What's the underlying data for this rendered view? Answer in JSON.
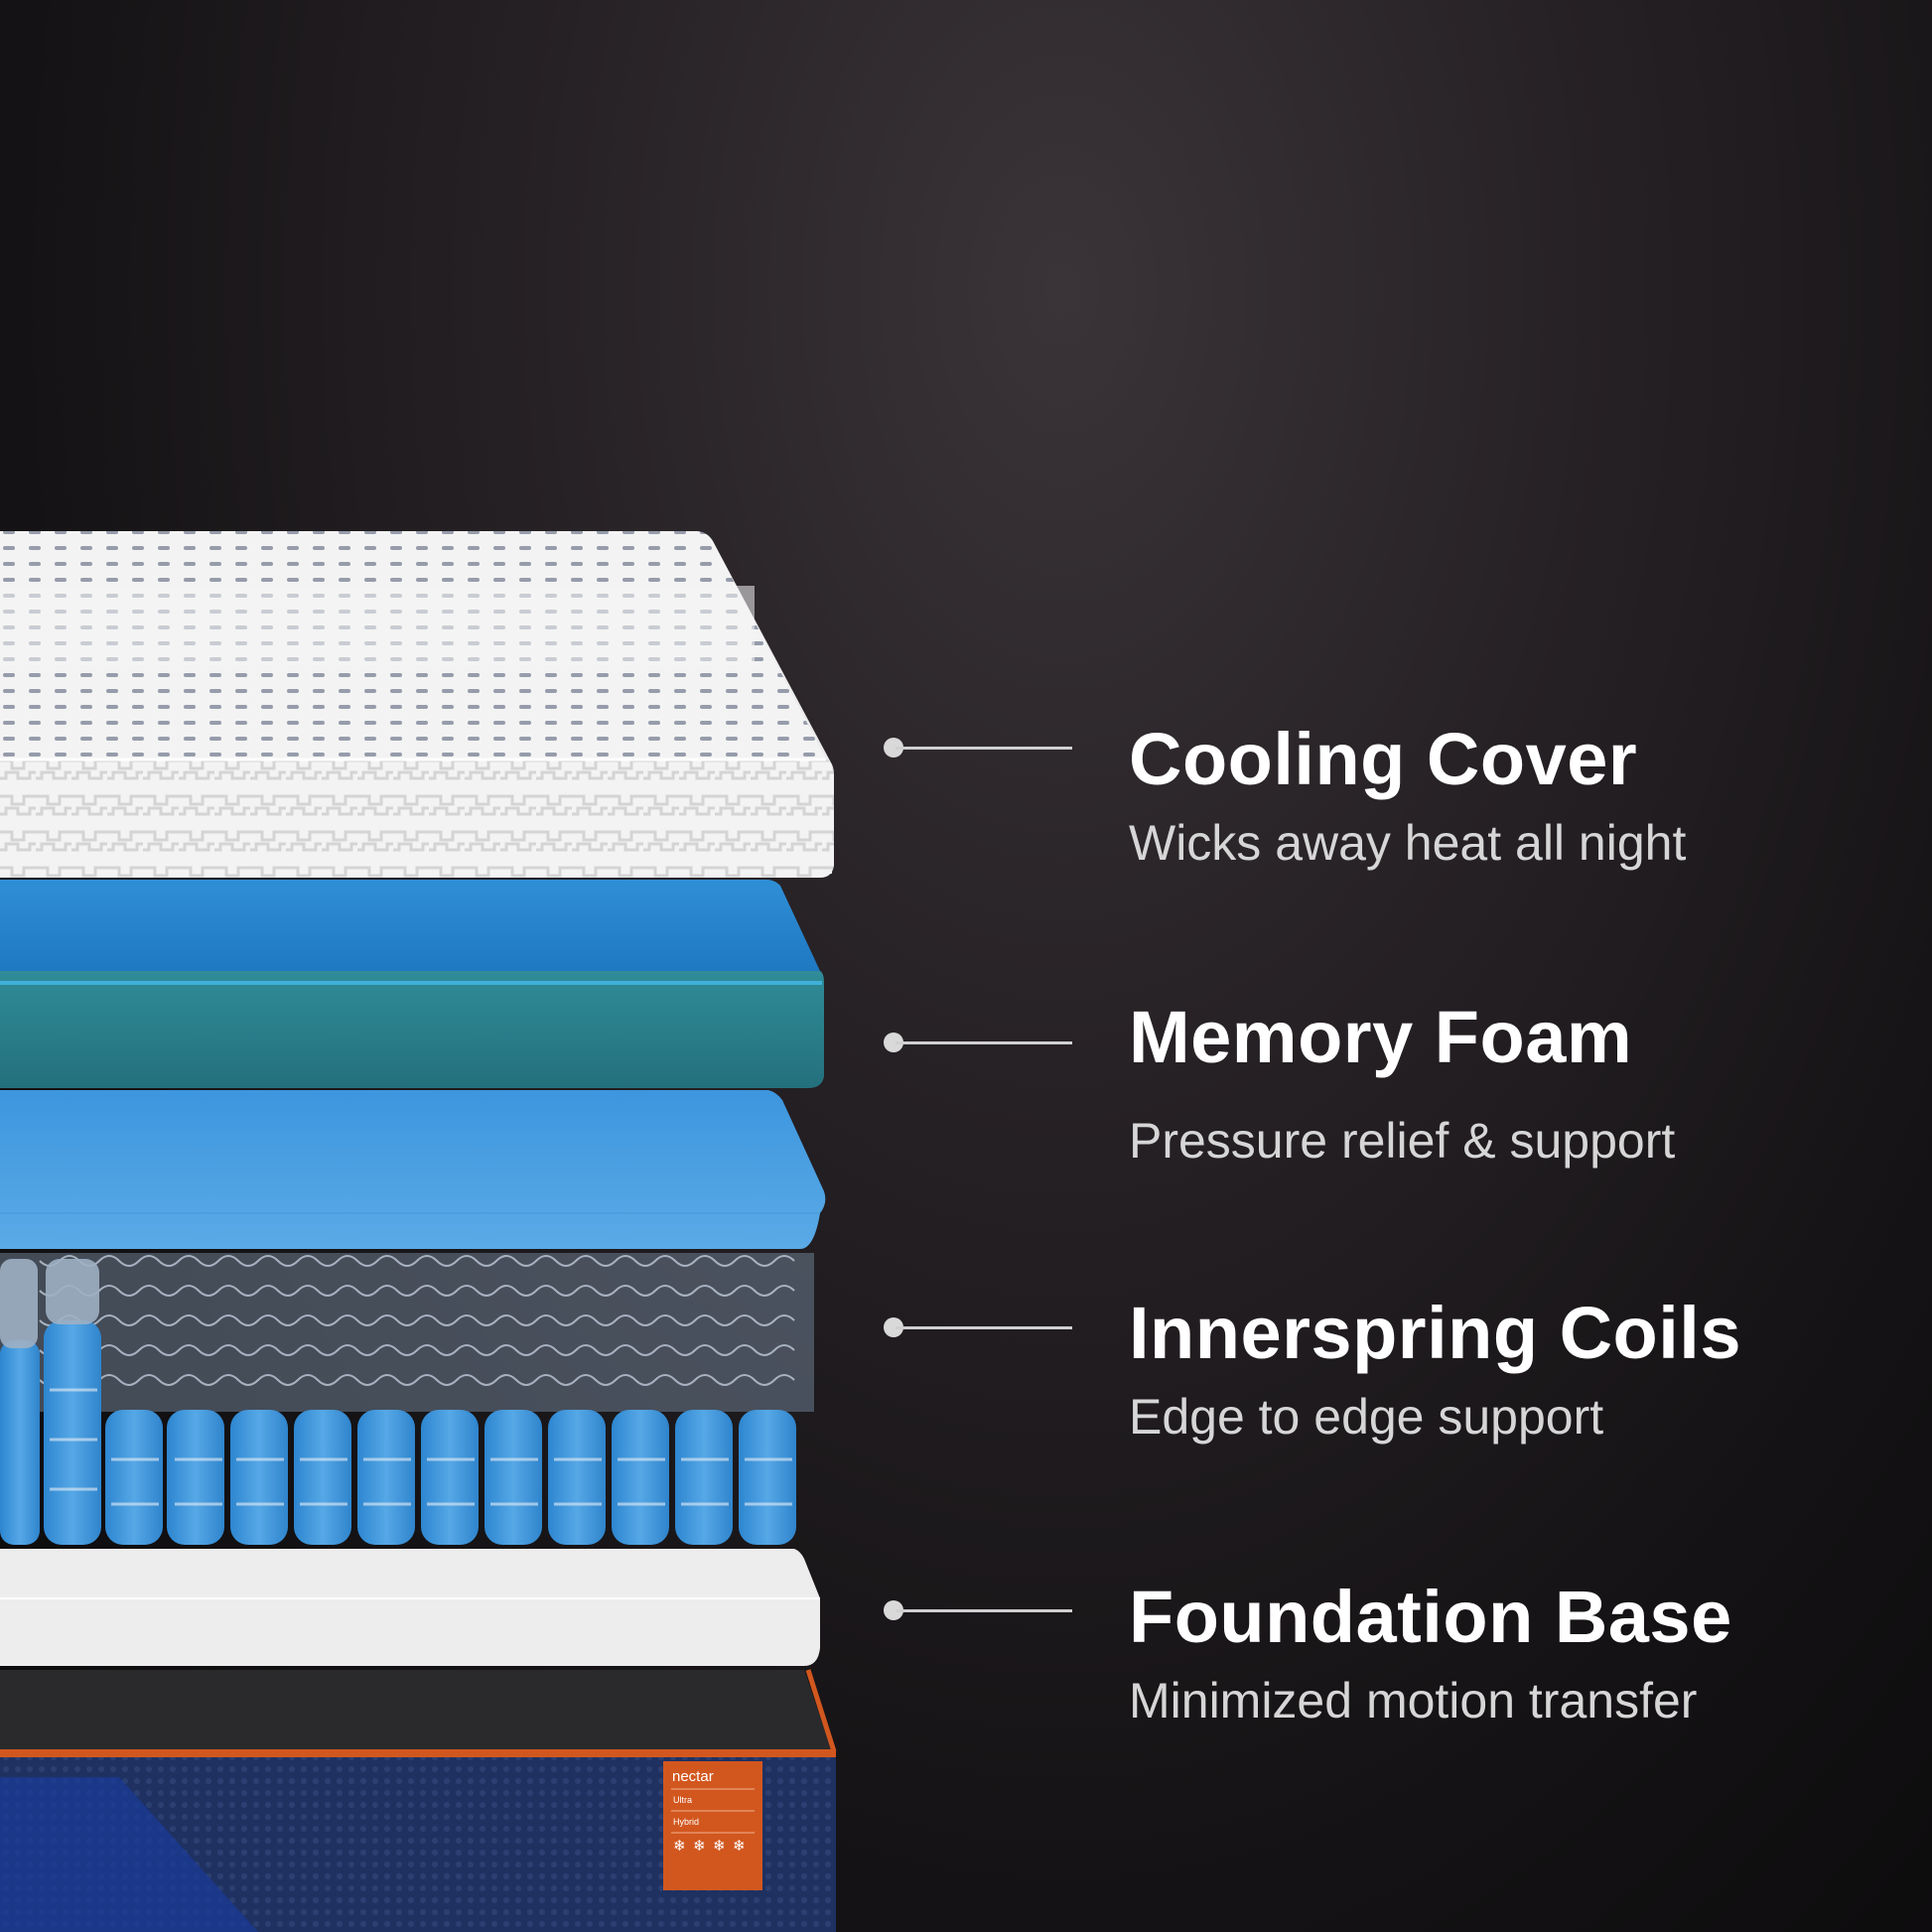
{
  "brand": {
    "name": "nectar",
    "line1": "Ultra",
    "line2": "Hybrid"
  },
  "features": [
    {
      "title": "Cooling Cover",
      "description": "Wicks away heat all night"
    },
    {
      "title": "Memory Foam",
      "description": "Pressure relief & support"
    },
    {
      "title": "Innerspring Coils",
      "description": "Edge to edge support"
    },
    {
      "title": "Foundation Base",
      "description": "Minimized motion transfer"
    }
  ],
  "colors": {
    "background": "#141214",
    "cover": "#f2f2f2",
    "memory_foam": "#2a8fd4",
    "memory_foam_side": "#2d7f8a",
    "support_foam": "#3a93db",
    "coil": "#3e98df",
    "base_foam": "#ededed",
    "brand_orange": "#d2571f",
    "base_fabric": "#1e2f5a"
  }
}
